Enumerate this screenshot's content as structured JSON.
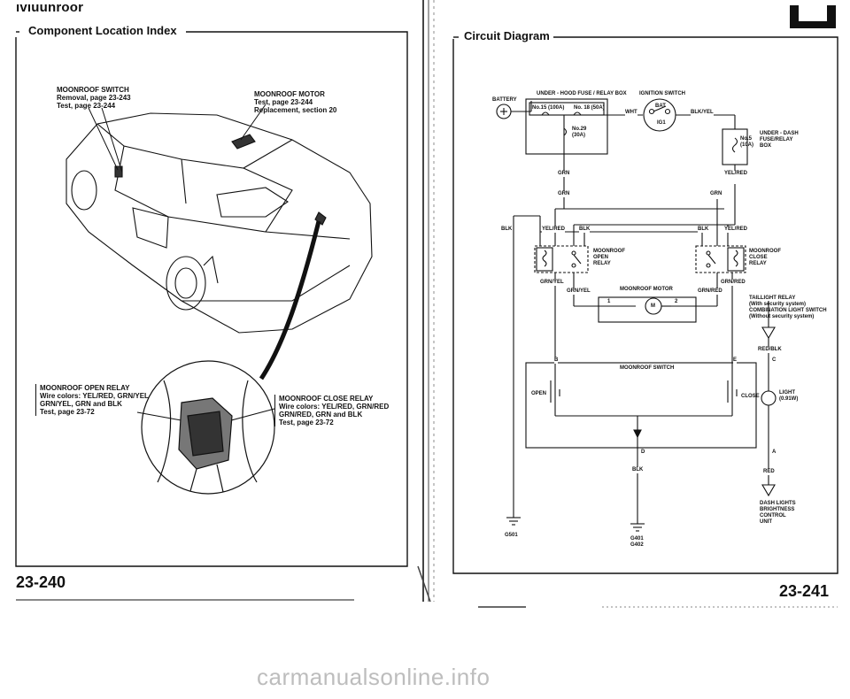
{
  "left_page": {
    "header_title": "ıvıuunroor",
    "section_title": "Component Location Index",
    "page_number": "23-240",
    "callouts": {
      "switch": {
        "name": "MOONROOF SWITCH",
        "lines": [
          "Removal, page 23-243",
          "Test, page 23-244"
        ]
      },
      "motor": {
        "name": "MOONROOF MOTOR",
        "lines": [
          "Test, page 23-244",
          "Replacement, section 20"
        ]
      },
      "open_relay": {
        "name": "MOONROOF OPEN RELAY",
        "lines": [
          "Wire colors: YEL/RED, GRN/YEL",
          "GRN/YEL, GRN and BLK",
          "Test, page 23-72"
        ]
      },
      "close_relay": {
        "name": "MOONROOF CLOSE RELAY",
        "lines": [
          "Wire colors: YEL/RED, GRN/RED",
          "GRN/RED, GRN and BLK",
          "Test, page 23-72"
        ]
      }
    }
  },
  "right_page": {
    "section_title": "Circuit Diagram",
    "page_number": "23-241",
    "labels": {
      "battery": "BATTERY",
      "underhood_box": "UNDER - HOOD FUSE / RELAY BOX",
      "fuse_main": "No.15 (100A)",
      "fuse_18": "No. 18 (50A)",
      "fuse_29": "No.29\n(30A)",
      "ignition_switch": "IGNITION SWITCH",
      "bat": "BAT",
      "ig1": "IG1",
      "wht": "WHT",
      "blk_yel": "BLK/YEL",
      "fuse_5": "No.5\n(10A)",
      "underdash_box": "UNDER - DASH\nFUSE/RELAY\nBOX",
      "grn_top": "GRN",
      "yel_red_top": "YEL/RED",
      "grn_l": "GRN",
      "grn_r": "GRN",
      "blk_far_left": "BLK",
      "yel_red_l": "YEL/RED",
      "blk_l": "BLK",
      "blk_r": "BLK",
      "yel_red_r": "YEL/RED",
      "open_relay": "MOONROOF\nOPEN\nRELAY",
      "close_relay": "MOONROOF\nCLOSE\nRELAY",
      "grn_yel_1": "GRN/YEL",
      "grn_yel_2": "GRN/YEL",
      "motor": "MOONROOF MOTOR",
      "grn_red_1": "GRN/RED",
      "grn_red_2": "GRN/RED",
      "pin1": "1",
      "pin2": "2",
      "motor_m": "M",
      "taillight": "TAILLIGHT RELAY\n(With security system)\nCOMBINATION LIGHT SWITCH\n(Without security system)",
      "red_blk": "RED/BLK",
      "switch": "MOONROOF SWITCH",
      "b": "B",
      "e": "E",
      "c": "C",
      "open": "OPEN",
      "close": "CLOSE",
      "light": "LIGHT\n(0.91W)",
      "d": "D",
      "a": "A",
      "blk_bottom": "BLK",
      "red": "RED",
      "dash_unit": "DASH LIGHTS\nBRIGHTNESS\nCONTROL\nUNIT",
      "g501": "G501",
      "g401": "G401\nG402"
    }
  },
  "footer": {
    "watermark": "carmanualsonline.info"
  }
}
